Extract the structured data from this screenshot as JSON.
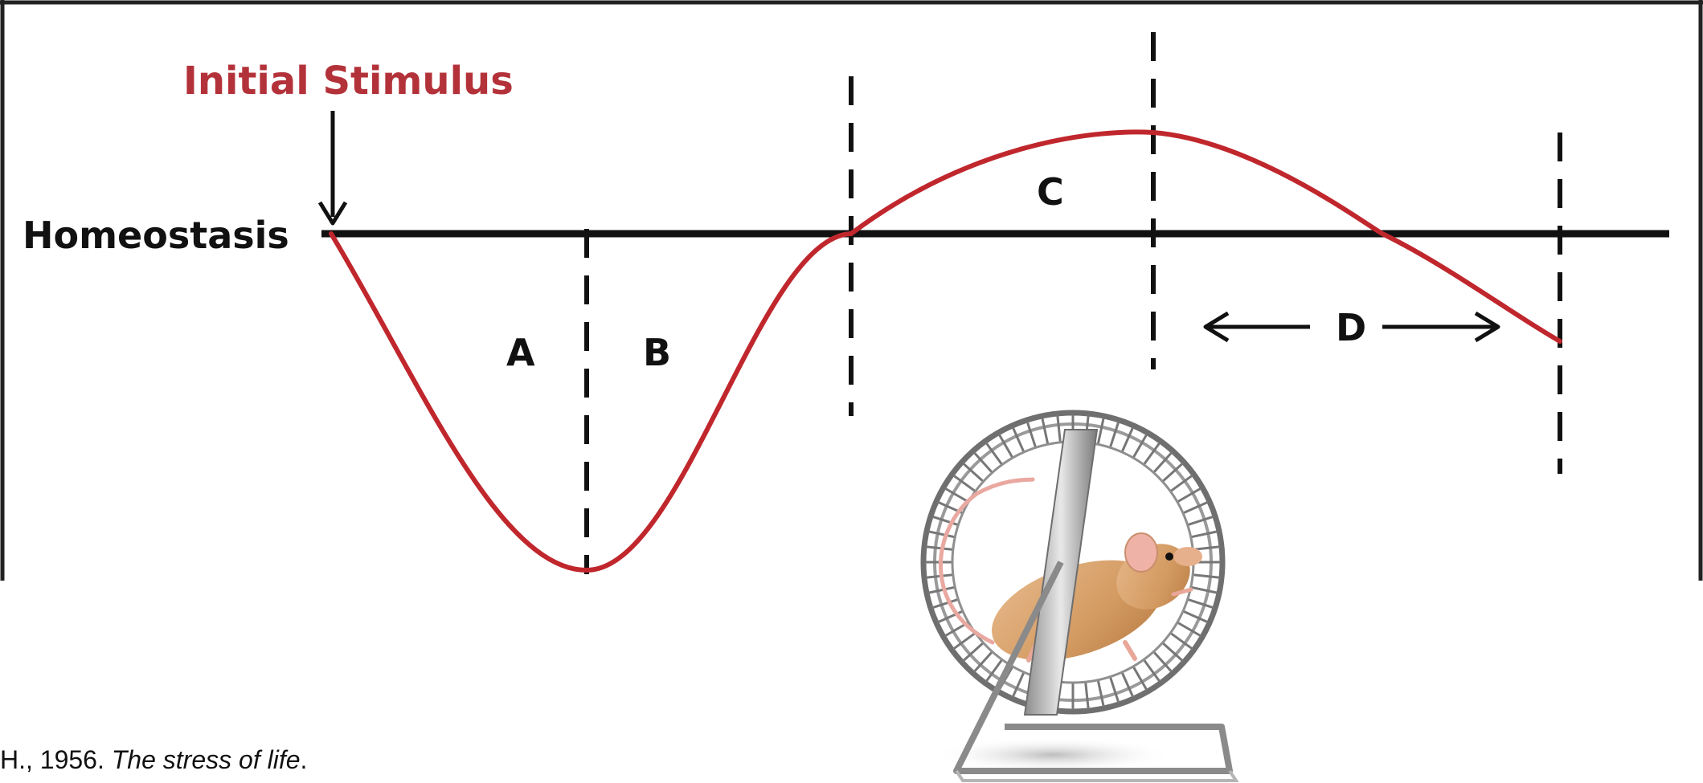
{
  "diagram": {
    "stimulus_label": "Initial Stimulus",
    "baseline_label": "Homeostasis",
    "phase_labels": {
      "a": "A",
      "b": "B",
      "c": "C",
      "d": "D"
    },
    "colors": {
      "curve": "#c0272d",
      "stimulus_text": "#b3323a",
      "ink": "#111111"
    }
  },
  "illustration": {
    "name": "mouse-in-exercise-wheel"
  },
  "citation": {
    "author_year": "H., 1956.",
    "title": "The stress of life",
    "end": "."
  }
}
